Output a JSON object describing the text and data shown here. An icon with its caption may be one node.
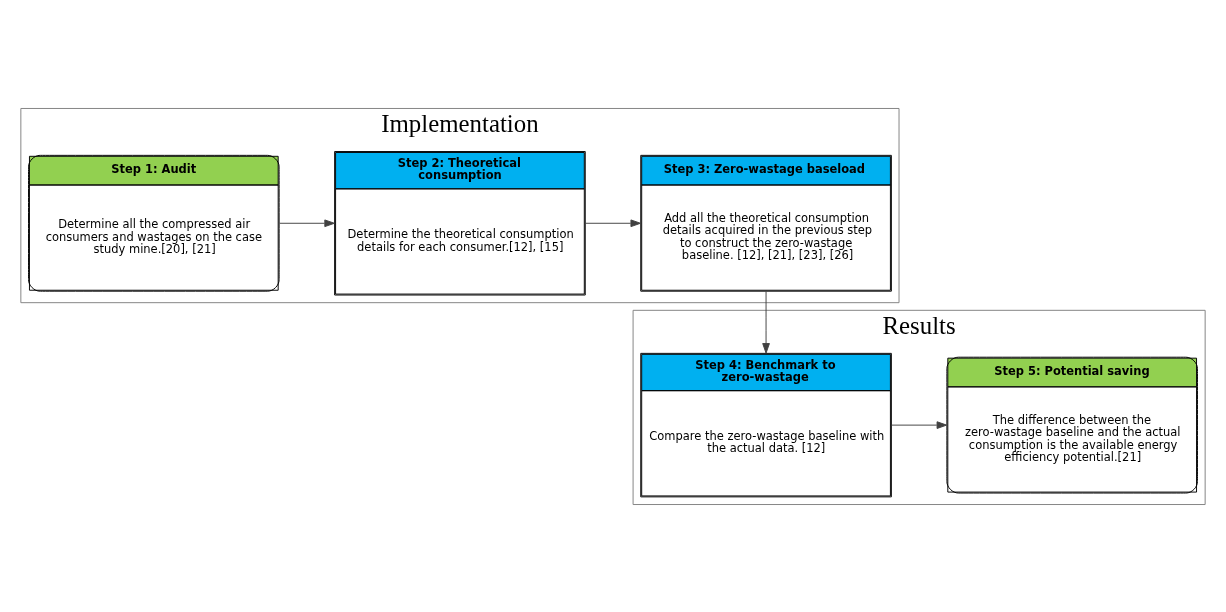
{
  "diagram": {
    "nodes": [
      {
        "text": [
          "Implementation"
        ]
      },
      {
        "text": [
          "Step 1: Audit",
          "Determine all the compressed air consumers and wastages on the case study mine.[20], [21]"
        ],
        "in": 0
      },
      {
        "text": [
          "Step 2: Theoretical consumption",
          "Determine the theoretical consumption details for each consumer.[12], [15]"
        ],
        "in": 0
      },
      {
        "text": [
          "Step 3: Zero-wastage baseload",
          "Add all the theoretical consumption details acquired in the previous step to construct the zero-wastage baseline. [12], [21], [23], [26]"
        ],
        "in": 0
      },
      {
        "text": [
          "Results"
        ]
      },
      {
        "text": [
          "Step 5: Potential saving",
          "The difference between the zero-wastage baseline and the actual consumption is the available energy efficiency potential.[21]"
        ],
        "in": 4
      },
      {
        "text": [
          "Step 4: Benchmark to zero-wastage",
          "Compare the zero-wastage baseline with the actual data. [12]"
        ],
        "in": 4
      }
    ],
    "edges": [
      {
        "from": 1,
        "to": 2,
        "arrow": "to"
      },
      {
        "from": 2,
        "to": 3,
        "arrow": "to"
      },
      {
        "from": 3,
        "to": 6,
        "arrow": "to"
      },
      {
        "from": 6,
        "to": 5,
        "arrow": "to"
      }
    ]
  }
}
